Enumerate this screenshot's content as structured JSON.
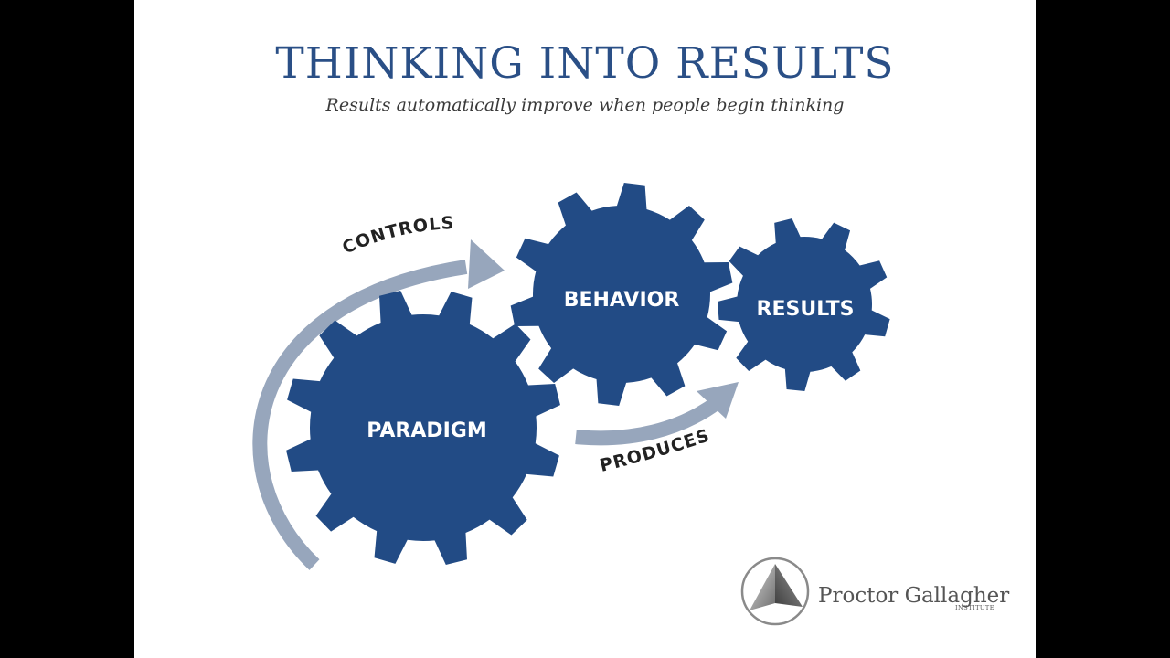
{
  "slide": {
    "title": "THINKING INTO RESULTS",
    "subtitle": "Results automatically improve when people begin thinking"
  },
  "diagram": {
    "gears": [
      {
        "id": "paradigm",
        "label": "PARADIGM"
      },
      {
        "id": "behavior",
        "label": "BEHAVIOR"
      },
      {
        "id": "results",
        "label": "RESULTS"
      }
    ],
    "arrows": [
      {
        "id": "controls",
        "label": "CONTROLS",
        "from": "paradigm",
        "to": "behavior"
      },
      {
        "id": "produces",
        "label": "PRODUCES",
        "from": "paradigm",
        "to": "results"
      }
    ]
  },
  "logo": {
    "name": "Proctor Gallagher",
    "tagline": "INSTITUTE"
  },
  "colors": {
    "gear": "#224b85",
    "arrow": "#97a6bc",
    "title": "#2a4f86",
    "background": "#ffffff",
    "frame": "#000000"
  }
}
